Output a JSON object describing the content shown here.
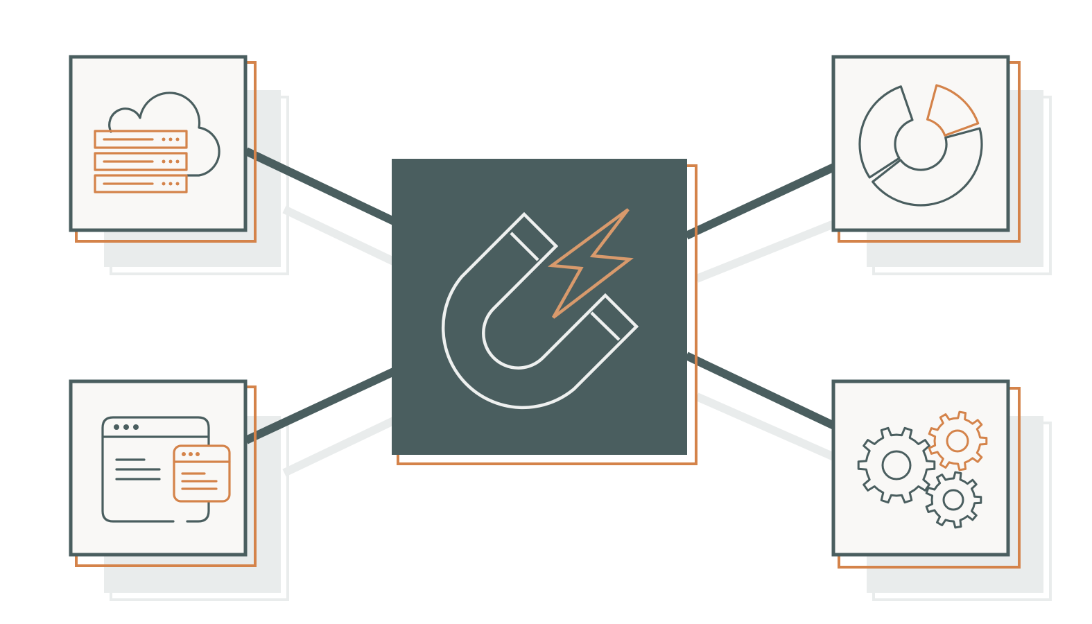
{
  "colors": {
    "dark": "#4a5e5f",
    "orange": "#d4834a",
    "orange_light": "#d99a6c",
    "card_bg": "#f9f8f6",
    "shadow": "#e9ecec",
    "icon_white": "#eef0ef",
    "background": "#ffffff"
  },
  "hub": {
    "icon": "magnet-icon",
    "accent_icon": "lightning-bolt-icon"
  },
  "nodes": [
    {
      "id": "top-left",
      "icon": "cloud-server-icon"
    },
    {
      "id": "bottom-left",
      "icon": "browser-windows-icon"
    },
    {
      "id": "top-right",
      "icon": "donut-chart-icon"
    },
    {
      "id": "bottom-right",
      "icon": "gears-icon"
    }
  ]
}
